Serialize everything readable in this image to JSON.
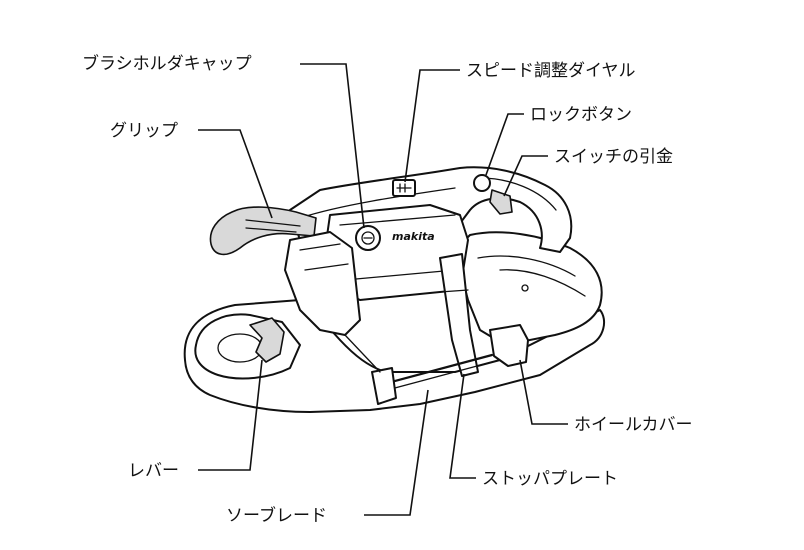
{
  "labels": {
    "brush_holder_cap": "ブラシホルダキャップ",
    "speed_dial": "スピード調整ダイヤル",
    "grip": "グリップ",
    "lock_button": "ロックボタン",
    "switch_trigger": "スイッチの引金",
    "wheel_cover": "ホイールカバー",
    "lever": "レバー",
    "stopper_plate": "ストッパプレート",
    "saw_blade": "ソーブレード"
  },
  "logo_text": "makita"
}
